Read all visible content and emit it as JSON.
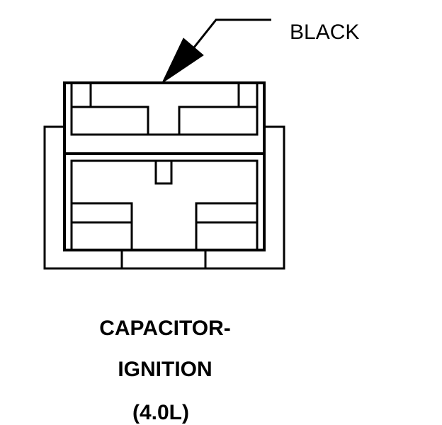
{
  "callout": {
    "color_label": "BLACK"
  },
  "caption": {
    "line1": "CAPACITOR-",
    "line2": "IGNITION",
    "line3": "(4.0L)"
  },
  "colors": {
    "ink": "#000000",
    "background": "#ffffff"
  }
}
